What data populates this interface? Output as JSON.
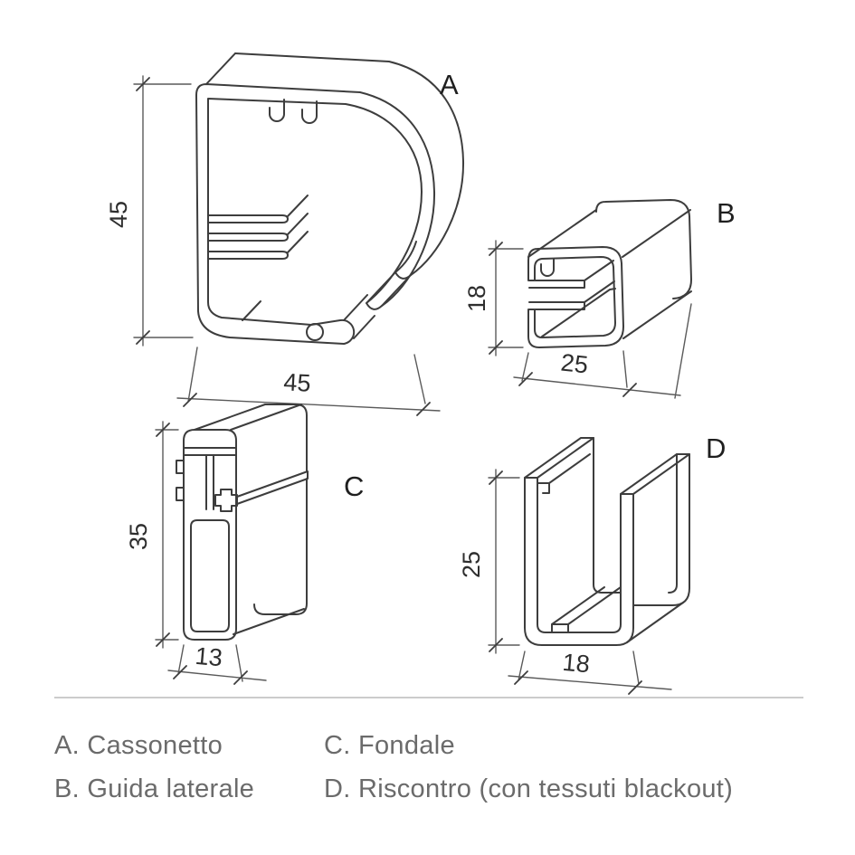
{
  "figures": [
    {
      "label": "A",
      "name": "Cassonetto",
      "height_dim": "45",
      "width_dim": "45"
    },
    {
      "label": "B",
      "name": "Guida laterale",
      "height_dim": "18",
      "width_dim": "25"
    },
    {
      "label": "C",
      "name": "Fondale",
      "height_dim": "35",
      "width_dim": "13"
    },
    {
      "label": "D",
      "name": "Riscontro (con tessuti blackout)",
      "height_dim": "25",
      "width_dim": "18"
    }
  ],
  "legend": {
    "items": [
      {
        "key": "A.",
        "name": "Cassonetto"
      },
      {
        "key": "B.",
        "name": "Guida laterale"
      },
      {
        "key": "C.",
        "name": "Fondale"
      },
      {
        "key": "D.",
        "name": "Riscontro (con tessuti blackout)"
      }
    ]
  },
  "colors": {
    "line": "#3d3d3d",
    "dimension_line": "#5a5a5a",
    "text": "#2e2e2e",
    "legend_text": "#6b6b6b",
    "divider": "#cccccc"
  }
}
